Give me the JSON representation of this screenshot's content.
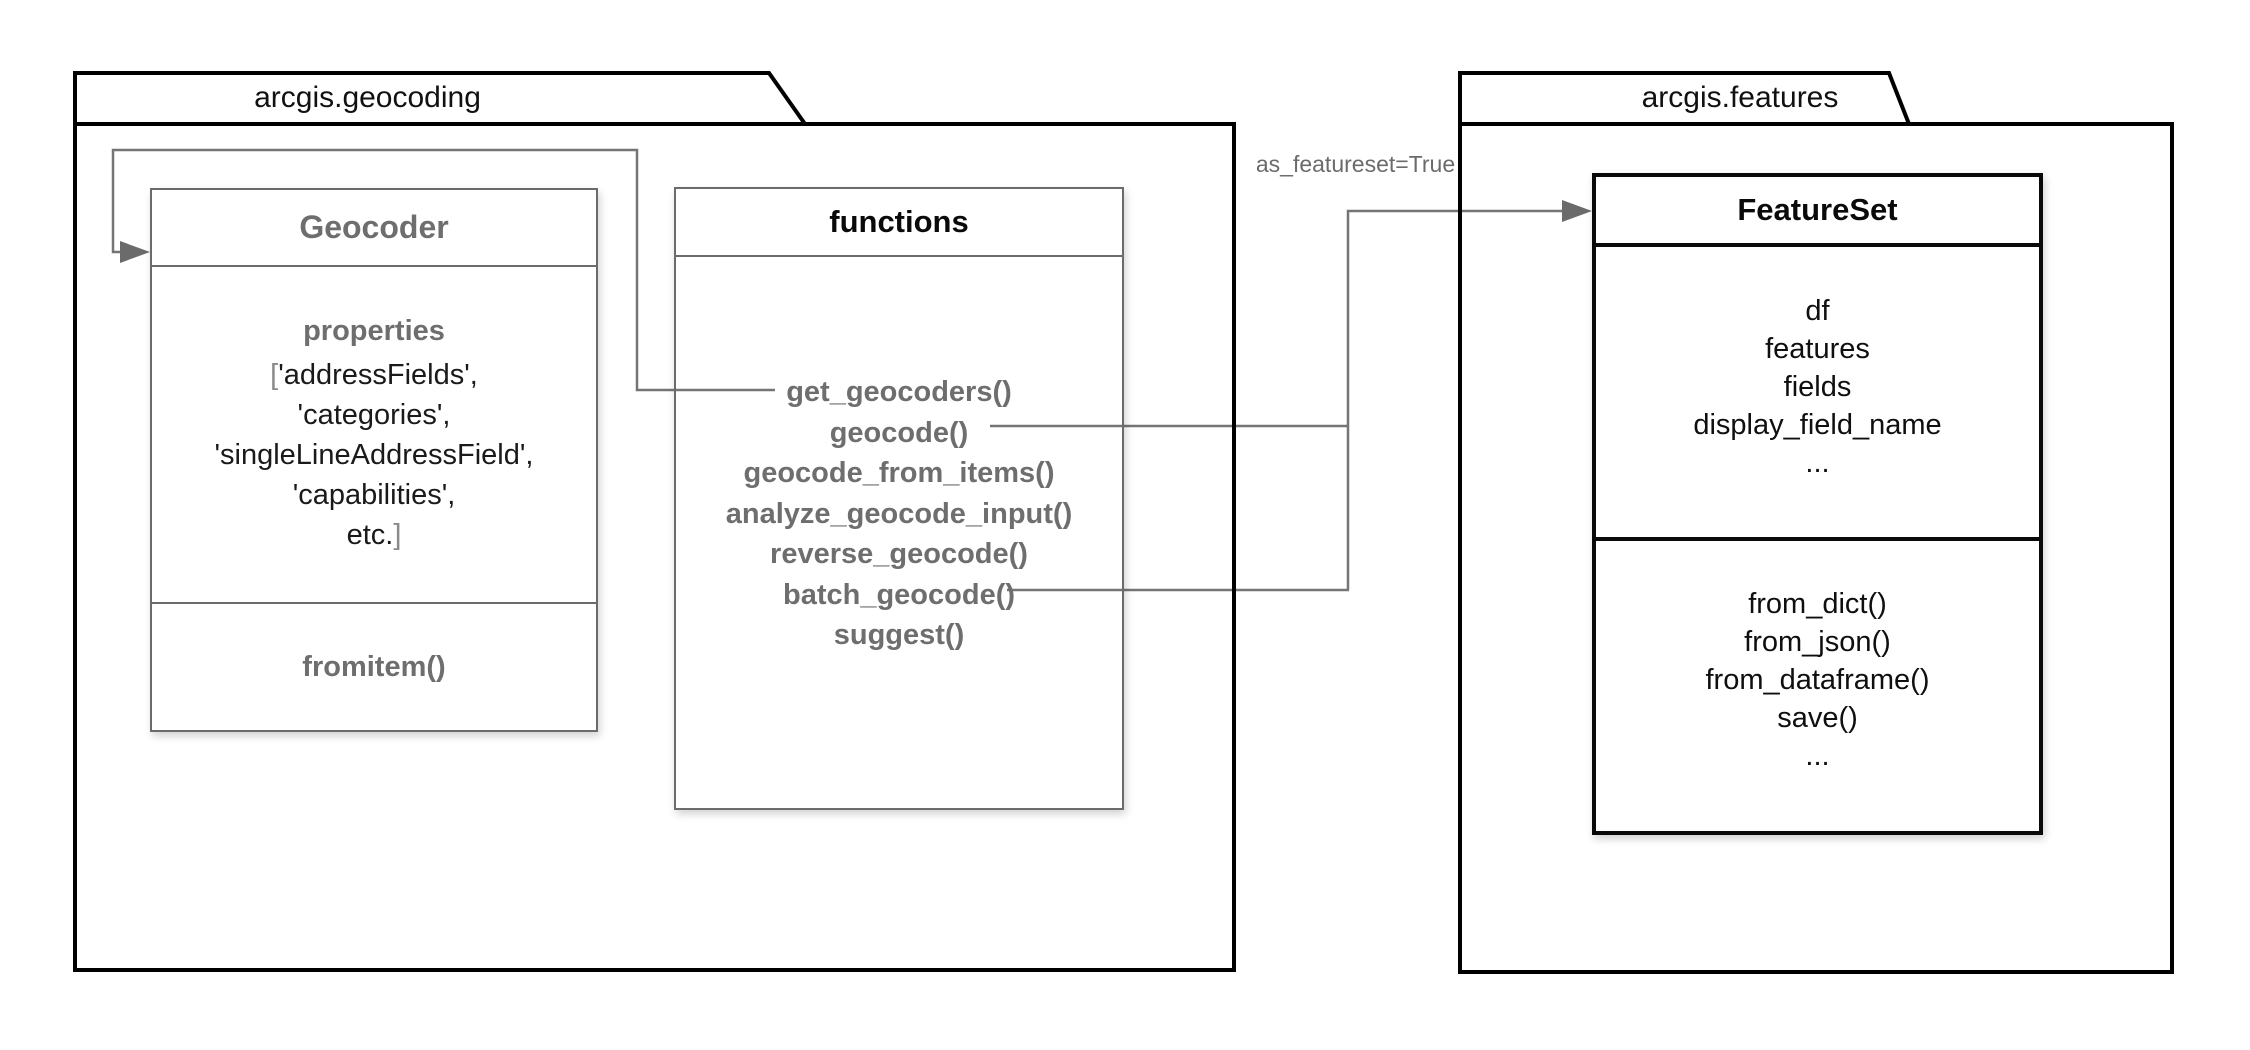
{
  "packages": {
    "geocoding": {
      "title": "arcgis.geocoding"
    },
    "features": {
      "title": "arcgis.features"
    }
  },
  "geocoder": {
    "title": "Geocoder",
    "properties": {
      "header": "properties",
      "bracket_open": "[",
      "bracket_close": "]",
      "lines": [
        "'addressFields',",
        "'categories',",
        "'singleLineAddressField',",
        "'capabilities',",
        "etc."
      ]
    },
    "methods": {
      "fromitem": "fromitem()"
    }
  },
  "functions_box": {
    "title": "functions",
    "items": [
      "get_geocoders()",
      "geocode()",
      "geocode_from_items()",
      "analyze_geocode_input()",
      "reverse_geocode()",
      "batch_geocode()",
      "suggest()"
    ]
  },
  "featureset": {
    "title": "FeatureSet",
    "attributes": [
      "df",
      "features",
      "fields",
      "display_field_name",
      "..."
    ],
    "methods": [
      "from_dict()",
      "from_json()",
      "from_dataframe()",
      "save()",
      "..."
    ]
  },
  "edge_label": "as_featureset=True",
  "colors": {
    "connector": "#757575",
    "muted_text": "#6e6e6e",
    "text": "#0f0f0f",
    "gray_border": "#6b6b6b",
    "black_border": "#000000"
  }
}
